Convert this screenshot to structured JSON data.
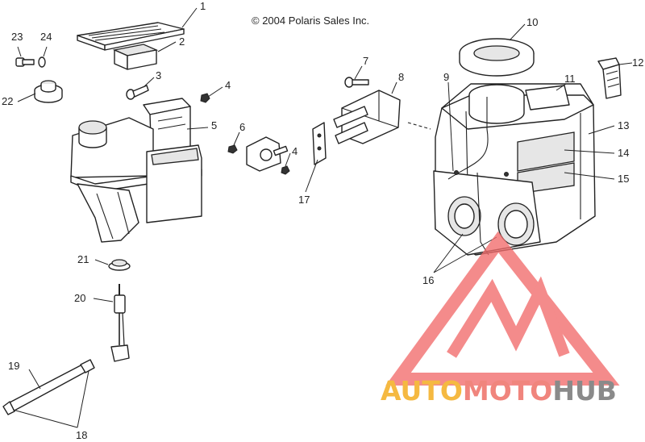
{
  "copyright": "© 2004 Polaris Sales Inc.",
  "callouts": [
    "1",
    "2",
    "3",
    "4",
    "5",
    "6",
    "4",
    "7",
    "8",
    "9",
    "10",
    "11",
    "12",
    "13",
    "14",
    "15",
    "16",
    "17",
    "18",
    "19",
    "20",
    "21",
    "22",
    "23",
    "24"
  ],
  "watermark": {
    "parts": [
      "AUTO",
      "MOTO",
      "HUB"
    ],
    "colors": {
      "auto": "#f5b941",
      "moto": "#f0857d",
      "hub": "#8a8a8a",
      "triangle": "#f26b6b"
    },
    "icon": "triangle-m-logo"
  }
}
